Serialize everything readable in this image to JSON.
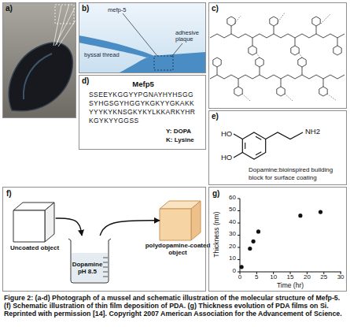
{
  "diagram": {
    "caption": "Figure 2: (a-d) Photograph of a mussel and schematic illustration of the molecular structure of Mefp-5. (f) Schematic illustration of thin film deposition of PDA. (g) Thickness evolution of PDA films on Si. Reprinted with permission [14]. Copyright 2007 American Association for the Advancement of Science.",
    "nodes": [
      {
        "text": [
          "a)"
        ]
      },
      {
        "text": [
          "b)",
          "mefp-5",
          "byssal thread",
          "adhesive plaque"
        ]
      },
      {
        "text": [
          "c)"
        ]
      },
      {
        "text": [
          "d)",
          "Mefp5",
          "SSEEYKGGYYPGNAYHYHSGG SYHGSGYHGGYKGKYYGKAKK YYYKYKNSGKYKYLKKARKYHR KGYKYYGGSS",
          "Y: DOPA",
          "K: Lysine"
        ]
      },
      {
        "text": [
          "e)",
          "HO",
          "HO",
          "NH2",
          "Dopamine:bioinspired building block for surface coating"
        ]
      },
      {
        "text": [
          "f)"
        ]
      },
      {
        "text": [
          "Uncoated object"
        ],
        "in": 5
      },
      {
        "text": [
          "Dopamine pH 8.5"
        ],
        "in": 5
      },
      {
        "text": [
          "polydopamine-coated object"
        ],
        "in": 5
      },
      {
        "text": [
          "g)"
        ]
      }
    ],
    "edges": [
      {
        "from": 6,
        "to": 7,
        "arrow": "to"
      },
      {
        "from": 7,
        "to": 8,
        "arrow": "to"
      }
    ],
    "labels": [
      "60",
      "50",
      "40",
      "30",
      "20",
      "10",
      "0",
      "0",
      "5",
      "10",
      "15",
      "20",
      "25",
      "30",
      "Thickness (nm)",
      "Time (hr)"
    ]
  }
}
